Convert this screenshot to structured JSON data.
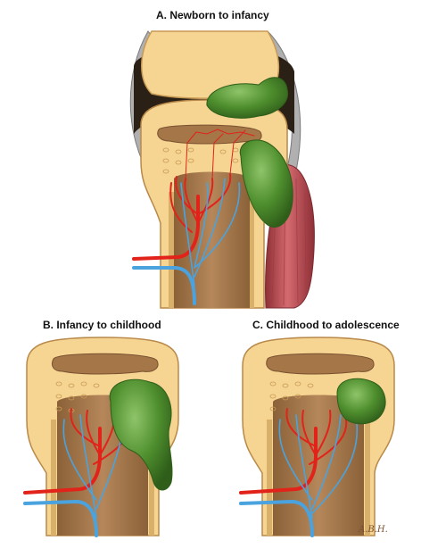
{
  "panels": {
    "a": {
      "title": "A. Newborn to infancy"
    },
    "b": {
      "title": "B. Infancy to childhood"
    },
    "c": {
      "title": "C. Childhood to adolescence"
    }
  },
  "signature": "A.B.H.",
  "colors": {
    "bone": "#f6d592",
    "bone_edge": "#b8894a",
    "marrow": "#a47648",
    "cortex": "#e8c27a",
    "artery": "#e2231a",
    "vein": "#4aa3df",
    "abscess": "#4f8f2e",
    "muscle": "#b9474d",
    "capsule": "#9a9a9a"
  }
}
